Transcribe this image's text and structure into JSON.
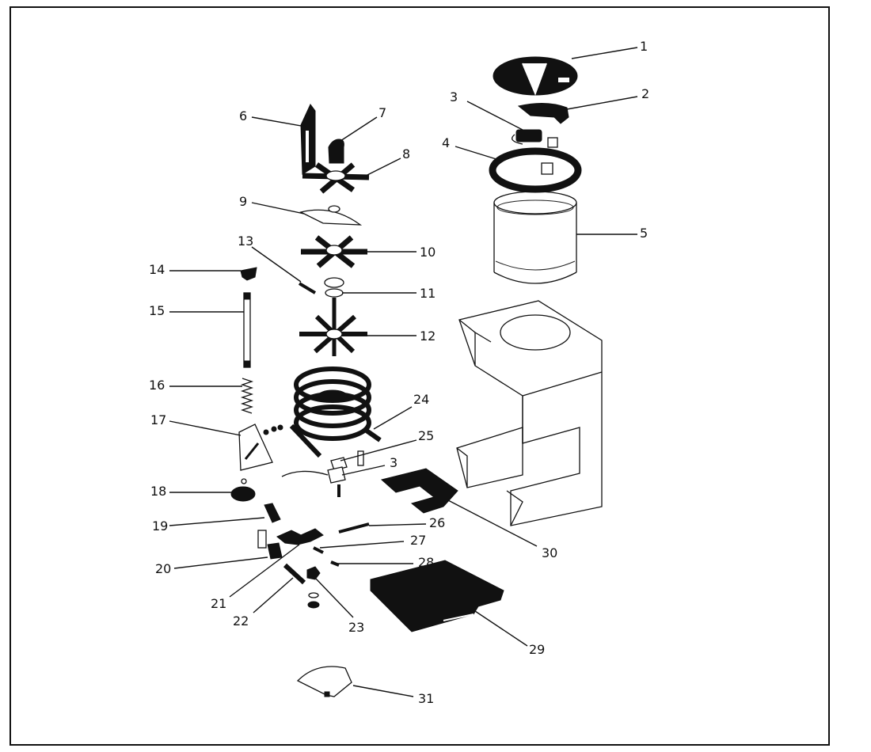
{
  "diagram": {
    "parts": [
      {
        "id": "p1",
        "label": "1"
      },
      {
        "id": "p2",
        "label": "2"
      },
      {
        "id": "p3",
        "label": "3"
      },
      {
        "id": "p3b",
        "label": "3"
      },
      {
        "id": "p4",
        "label": "4"
      },
      {
        "id": "p5",
        "label": "5"
      },
      {
        "id": "p6",
        "label": "6"
      },
      {
        "id": "p7",
        "label": "7"
      },
      {
        "id": "p8",
        "label": "8"
      },
      {
        "id": "p9",
        "label": "9"
      },
      {
        "id": "p10",
        "label": "10"
      },
      {
        "id": "p11",
        "label": "11"
      },
      {
        "id": "p12",
        "label": "12"
      },
      {
        "id": "p13",
        "label": "13"
      },
      {
        "id": "p14",
        "label": "14"
      },
      {
        "id": "p15",
        "label": "15"
      },
      {
        "id": "p16",
        "label": "16"
      },
      {
        "id": "p17",
        "label": "17"
      },
      {
        "id": "p18",
        "label": "18"
      },
      {
        "id": "p19",
        "label": "19"
      },
      {
        "id": "p20",
        "label": "20"
      },
      {
        "id": "p21",
        "label": "21"
      },
      {
        "id": "p22",
        "label": "22"
      },
      {
        "id": "p23",
        "label": "23"
      },
      {
        "id": "p24",
        "label": "24"
      },
      {
        "id": "p25",
        "label": "25"
      },
      {
        "id": "p26",
        "label": "26"
      },
      {
        "id": "p27",
        "label": "27"
      },
      {
        "id": "p28",
        "label": "28"
      },
      {
        "id": "p29",
        "label": "29"
      },
      {
        "id": "p30",
        "label": "30"
      },
      {
        "id": "p31",
        "label": "31"
      }
    ]
  }
}
